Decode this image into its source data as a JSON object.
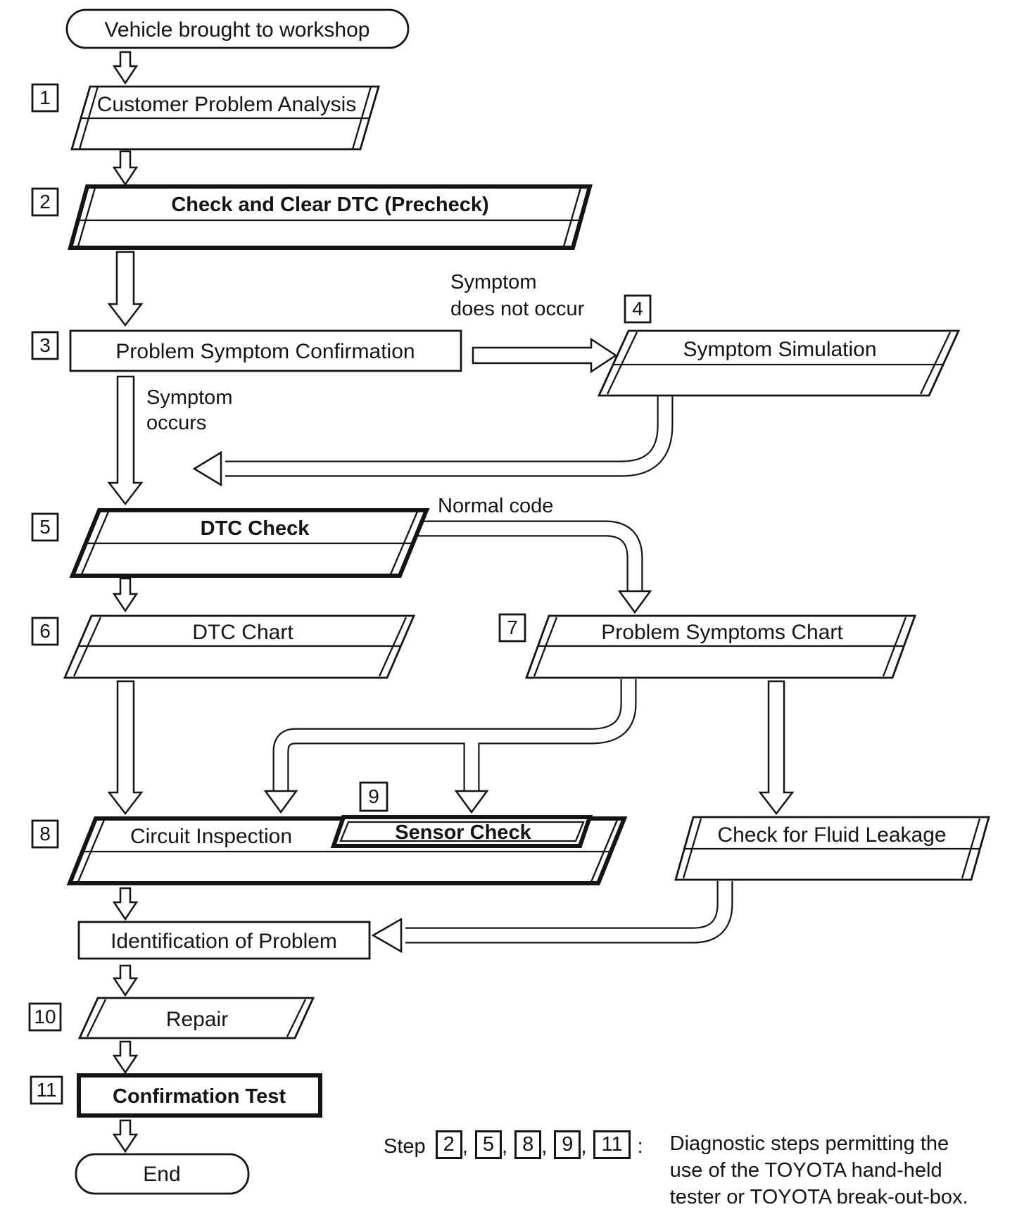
{
  "nodes": {
    "start": {
      "label": "Vehicle brought to workshop"
    },
    "step1": {
      "num": "1",
      "label": "Customer Problem Analysis"
    },
    "step2": {
      "num": "2",
      "label": "Check and Clear DTC (Precheck)"
    },
    "step3": {
      "num": "3",
      "label": "Problem Symptom Confirmation"
    },
    "step4": {
      "num": "4",
      "label": "Symptom Simulation"
    },
    "step5": {
      "num": "5",
      "label": "DTC Check"
    },
    "step6": {
      "num": "6",
      "label": "DTC Chart"
    },
    "step7": {
      "num": "7",
      "label": "Problem Symptoms Chart"
    },
    "step8": {
      "num": "8",
      "label": "Circuit Inspection"
    },
    "step9": {
      "num": "9",
      "label": "Sensor Check"
    },
    "fluid": {
      "label": "Check for Fluid Leakage"
    },
    "identification": {
      "label": "Identification of Problem"
    },
    "step10": {
      "num": "10",
      "label": "Repair"
    },
    "step11": {
      "num": "11",
      "label": "Confirmation Test"
    },
    "end": {
      "label": "End"
    }
  },
  "edge_labels": {
    "symptom_not_occur_line1": "Symptom",
    "symptom_not_occur_line2": "does not occur",
    "symptom_occurs_line1": "Symptom",
    "symptom_occurs_line2": "occurs",
    "normal_code": "Normal code"
  },
  "legend": {
    "step_word": "Step",
    "badges": [
      "2",
      "5",
      "8",
      "9",
      "11"
    ],
    "comma": ",",
    "colon": ":",
    "line1": "Diagnostic steps permitting the",
    "line2": "use of the TOYOTA hand-held",
    "line3": "tester or TOYOTA break-out-box."
  }
}
